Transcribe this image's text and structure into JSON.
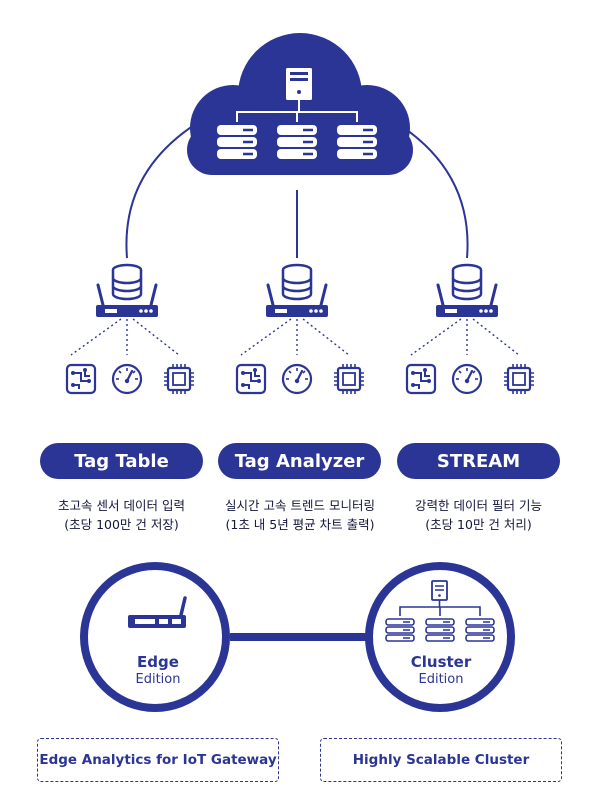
{
  "features": [
    {
      "title": "Tag Table",
      "desc1": "초고속 센서 데이터 입력",
      "desc2": "(초당 100만 건 저장)"
    },
    {
      "title": "Tag Analyzer",
      "desc1": "실시간 고속 트렌드 모니터링",
      "desc2": "(1초 내 5년 평균 차트 출력)"
    },
    {
      "title": "STREAM",
      "desc1": "강력한 데이터 필터 기능",
      "desc2": "(초당 10만 건 처리)"
    }
  ],
  "editions": [
    {
      "title": "Edge",
      "subtitle": "Edition",
      "icon": "router-icon"
    },
    {
      "title": "Cluster",
      "subtitle": "Edition",
      "icon": "server-cluster-icon"
    }
  ],
  "boxes": [
    {
      "label": "Edge Analytics for IoT Gateway"
    },
    {
      "label": "Highly Scalable Cluster"
    }
  ],
  "colors": {
    "primary": "#2b3596",
    "background": "#ffffff",
    "text": "#14163a"
  }
}
